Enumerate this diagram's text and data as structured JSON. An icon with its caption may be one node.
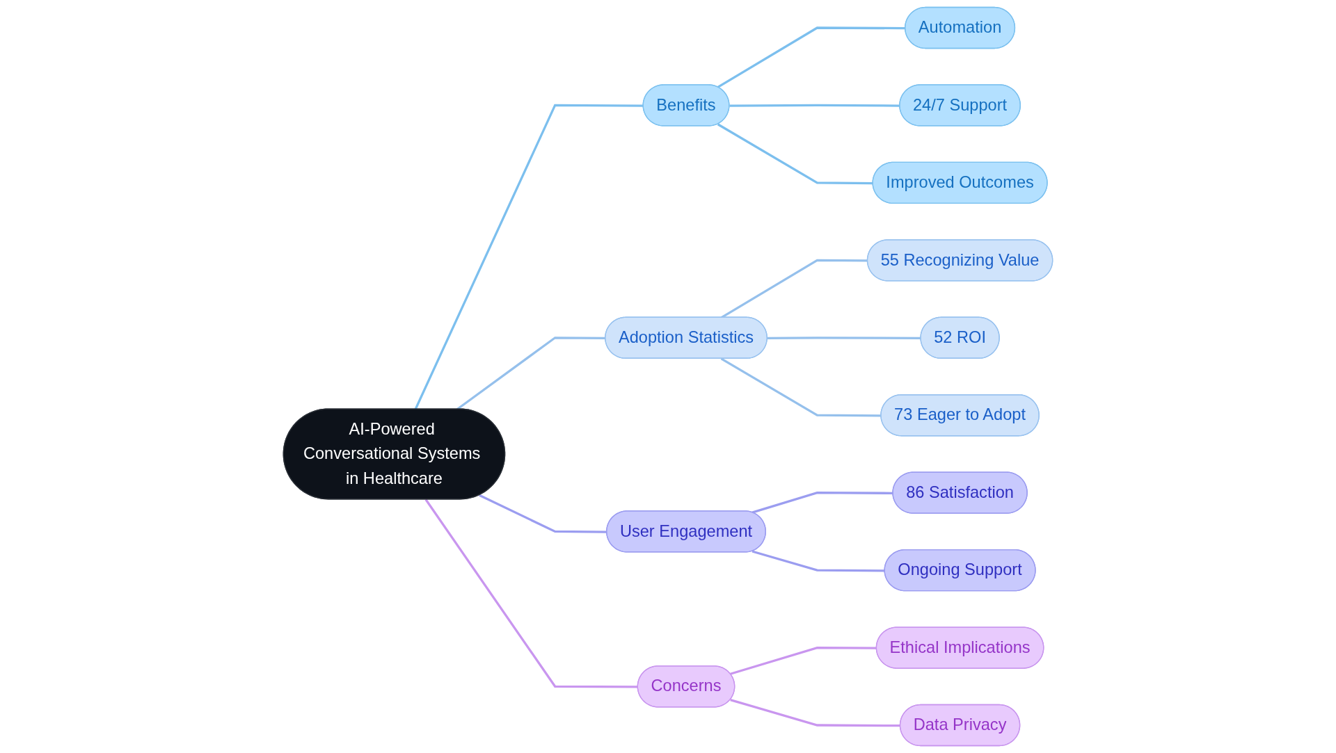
{
  "diagram": {
    "nodes": [
      {
        "text": [
          "AI-Powered Conversational Systems in Healthcare"
        ]
      },
      {
        "text": [
          "Benefits"
        ]
      },
      {
        "text": [
          "Automation"
        ]
      },
      {
        "text": [
          "24/7 Support"
        ]
      },
      {
        "text": [
          "Improved Outcomes"
        ]
      },
      {
        "text": [
          "Adoption Statistics"
        ]
      },
      {
        "text": [
          "55 Recognizing Value"
        ]
      },
      {
        "text": [
          "52 ROI"
        ]
      },
      {
        "text": [
          "73 Eager to Adopt"
        ]
      },
      {
        "text": [
          "User Engagement"
        ]
      },
      {
        "text": [
          "86 Satisfaction"
        ]
      },
      {
        "text": [
          "Ongoing Support"
        ]
      },
      {
        "text": [
          "Concerns"
        ]
      },
      {
        "text": [
          "Ethical Implications"
        ]
      },
      {
        "text": [
          "Data Privacy"
        ]
      }
    ],
    "edges": [
      {
        "from": 0,
        "to": 1,
        "arrow": "none",
        "color": "#7cbfee"
      },
      {
        "from": 1,
        "to": 2,
        "arrow": "none",
        "color": "#7cbfee"
      },
      {
        "from": 1,
        "to": 3,
        "arrow": "none",
        "color": "#7cbfee"
      },
      {
        "from": 1,
        "to": 4,
        "arrow": "none",
        "color": "#7cbfee"
      },
      {
        "from": 0,
        "to": 5,
        "arrow": "none",
        "color": "#95c0ec"
      },
      {
        "from": 5,
        "to": 6,
        "arrow": "none",
        "color": "#95c0ec"
      },
      {
        "from": 5,
        "to": 7,
        "arrow": "none",
        "color": "#95c0ec"
      },
      {
        "from": 5,
        "to": 8,
        "arrow": "none",
        "color": "#95c0ec"
      },
      {
        "from": 0,
        "to": 9,
        "arrow": "none",
        "color": "#9b9df0"
      },
      {
        "from": 9,
        "to": 10,
        "arrow": "none",
        "color": "#9b9df0"
      },
      {
        "from": 9,
        "to": 11,
        "arrow": "none",
        "color": "#9b9df0"
      },
      {
        "from": 0,
        "to": 12,
        "arrow": "none",
        "color": "#c996ef"
      },
      {
        "from": 12,
        "to": 13,
        "arrow": "none",
        "color": "#c996ef"
      },
      {
        "from": 12,
        "to": 14,
        "arrow": "none",
        "color": "#c996ef"
      }
    ]
  }
}
